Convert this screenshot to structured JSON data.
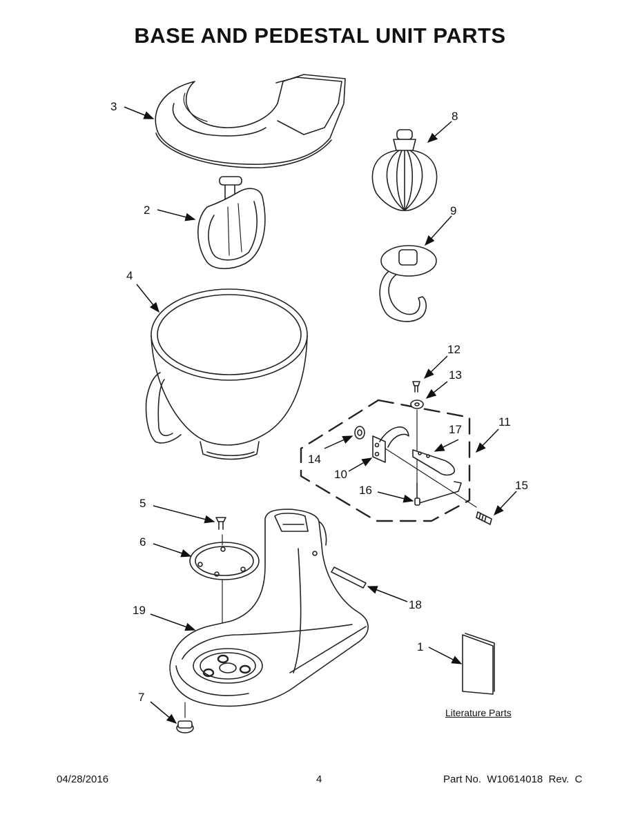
{
  "title": "BASE AND PEDESTAL UNIT PARTS",
  "callouts": [
    "1",
    "2",
    "3",
    "4",
    "5",
    "6",
    "7",
    "8",
    "9",
    "10",
    "11",
    "12",
    "13",
    "14",
    "15",
    "16",
    "17",
    "18",
    "19"
  ],
  "literature_label": "Literature Parts",
  "footer": {
    "date": "04/28/2016",
    "page": "4",
    "part_no": "Part No.  W10614018  Rev.  C"
  }
}
